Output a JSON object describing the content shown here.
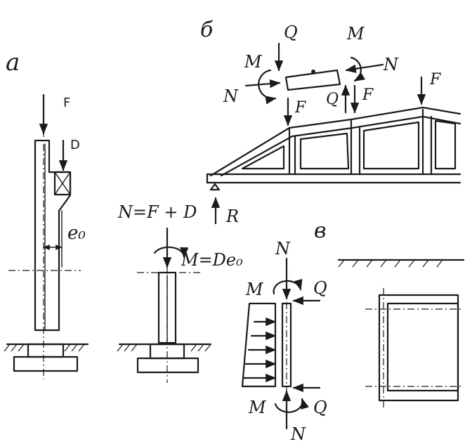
{
  "panel_labels": {
    "a": "а",
    "b": "б",
    "v": "в"
  },
  "panel_a": {
    "F": "F",
    "D": "D",
    "e0": "e₀"
  },
  "panel_a2": {
    "N_eq": "N=F + D",
    "M_eq": "M=De₀"
  },
  "panel_b": {
    "Q": "Q",
    "M_left": "M",
    "M_right": "M",
    "N_left": "N",
    "N_right": "N",
    "F_left": "F",
    "Q_lower": "Q",
    "F_mid": "F",
    "F_right": "F",
    "R": "R"
  },
  "panel_v": {
    "N_top": "N",
    "M_top": "M",
    "Q_top": "Q",
    "M_bot": "M",
    "Q_bot": "Q",
    "N_bot": "N"
  }
}
